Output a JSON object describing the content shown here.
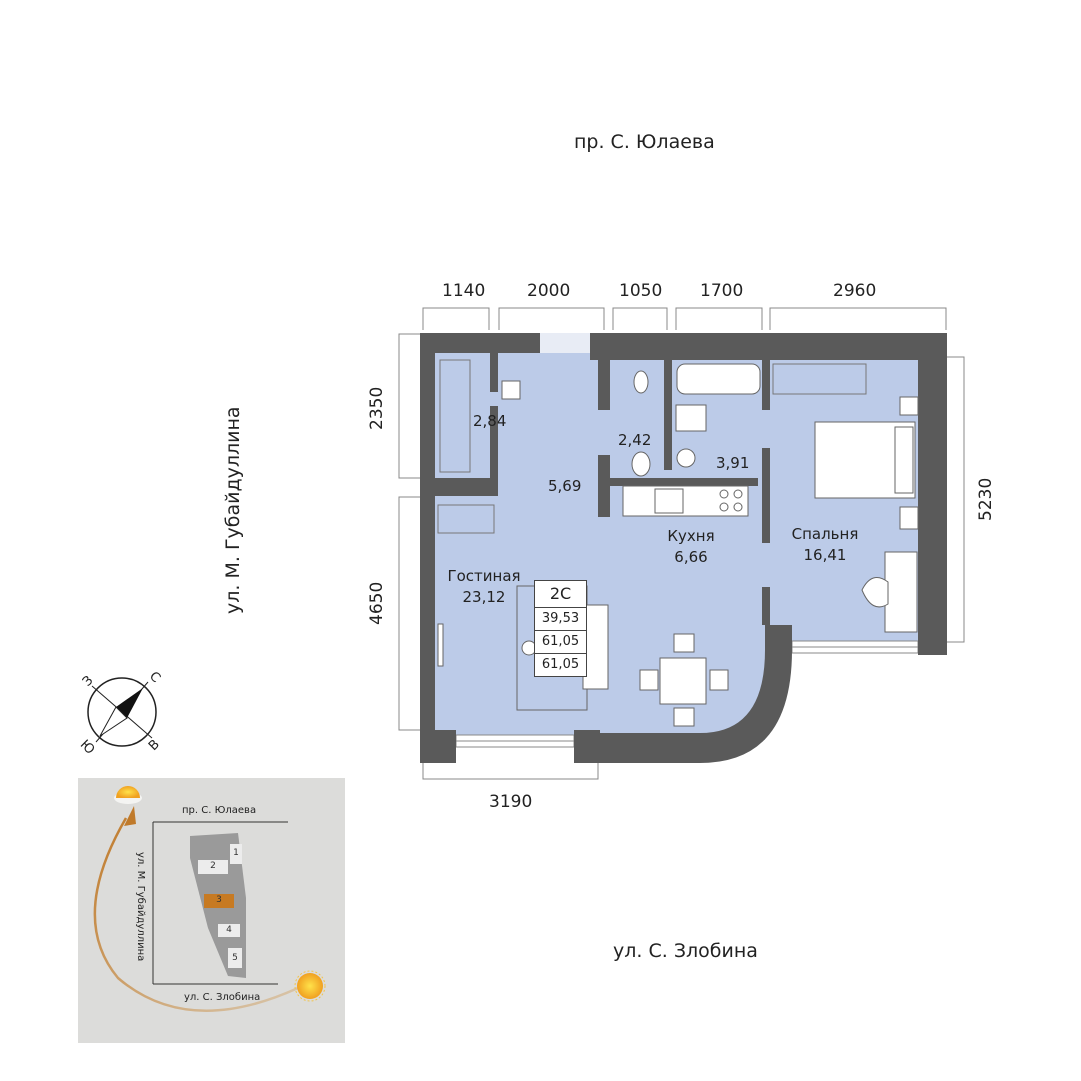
{
  "streets": {
    "top": "пр. С. Юлаева",
    "left": "ул. М. Губайдуллина",
    "bottom": "ул. С. Злобина"
  },
  "dimensions": {
    "top": [
      "1140",
      "2000",
      "1050",
      "1700",
      "2960"
    ],
    "left": [
      "2350",
      "4650"
    ],
    "right": "5230",
    "bottom": "3190"
  },
  "rooms": [
    {
      "id": "wardrobe",
      "area": "2,84"
    },
    {
      "id": "hall",
      "area": "5,69"
    },
    {
      "id": "toilet",
      "area": "2,42"
    },
    {
      "id": "bathroom",
      "area": "3,91"
    },
    {
      "id": "kitchen",
      "name": "Кухня",
      "area": "6,66"
    },
    {
      "id": "bedroom",
      "name": "Спальня",
      "area": "16,41"
    },
    {
      "id": "living",
      "name": "Гостиная",
      "area": "23,12"
    }
  ],
  "apartment": {
    "type": "2С",
    "areas": [
      "39,53",
      "61,05",
      "61,05"
    ]
  },
  "compass": {
    "north": "С",
    "south": "Ю",
    "east": "В",
    "west": "З"
  },
  "site_map": {
    "streets": {
      "top": "пр. С. Юлаева",
      "left": "ул. М. Губайдуллина",
      "bottom": "ул. С. Злобина"
    },
    "buildings": [
      "1",
      "2",
      "3",
      "4",
      "5"
    ],
    "highlighted": "3"
  },
  "colors": {
    "wall": "#5a5a5a",
    "floor": "#bccbe8",
    "highlight": "#c77a22",
    "map_bg": "#dcdcda",
    "sun_arc": "#c07a2a"
  }
}
